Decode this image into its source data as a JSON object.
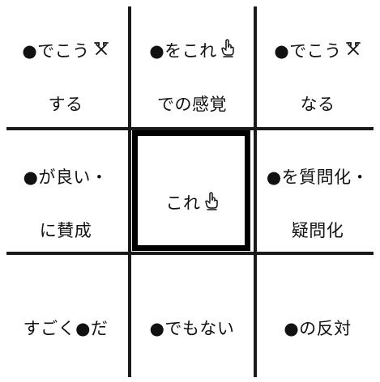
{
  "grid": {
    "cells": [
      {
        "line1": "●でこう",
        "icon": "crossed-hammer-icon",
        "line2": "する"
      },
      {
        "line1": "●をこれ",
        "icon": "pointing-hand-icon",
        "line2": "での感覚"
      },
      {
        "line1": "●でこう",
        "icon": "crossed-hammer-icon",
        "line2": "なる"
      },
      {
        "line1": "●が良い・",
        "line2": "に賛成"
      },
      {
        "line1": "これ",
        "icon": "pointing-hand-icon",
        "line2": ""
      },
      {
        "line1": "●を質問化・",
        "line2": "疑問化"
      },
      {
        "line1": "すごく●だ",
        "line2": ""
      },
      {
        "line1": "●でもない",
        "line2": ""
      },
      {
        "line1": "●の反対",
        "line2": ""
      }
    ],
    "line_color": "#1a1a1a",
    "highlight_color": "#000000"
  }
}
